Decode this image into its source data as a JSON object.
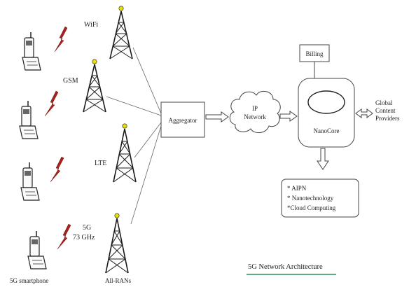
{
  "towers": [
    {
      "label": "WiFi"
    },
    {
      "label": "GSM"
    },
    {
      "label": "LTE"
    },
    {
      "label_line1": "5G",
      "label_line2": "73 GHz"
    }
  ],
  "all_rans_label": "All-RANs",
  "smartphone_label": "5G smartphone",
  "aggregator_label": "Aggregator",
  "ip_network": {
    "line1": "IP",
    "line2": "Network"
  },
  "billing_label": "Billing",
  "nanocore_label": "NanoCore",
  "global_content": {
    "line1": "Global",
    "line2": "Content",
    "line3": "Providers"
  },
  "services": [
    "* AIPN",
    "* Nanotechnology",
    "*Cloud Computing"
  ],
  "caption": "5G Network Architecture",
  "colors": {
    "tower_tip": "#e8e000",
    "bolt": "#a8201a",
    "caption_underline": "#2e8b57"
  }
}
